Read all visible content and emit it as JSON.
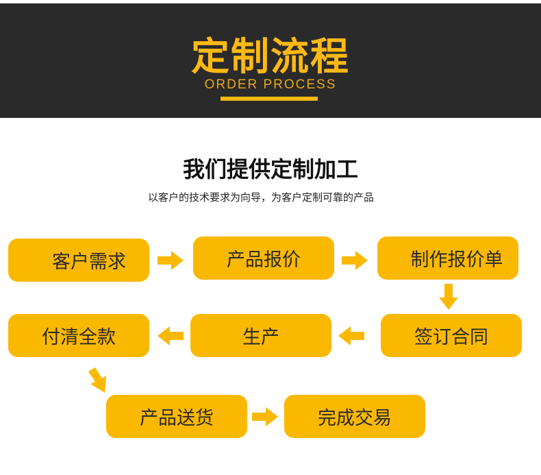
{
  "header": {
    "title": "定制流程",
    "subtitle": "ORDER PROCESS"
  },
  "intro": {
    "heading": "我们提供定制加工",
    "description": "以客户的技术要求为向导，为客户定制可靠的产品"
  },
  "steps": [
    "客户需求",
    "产品报价",
    "制作报价单",
    "签订合同",
    "生产",
    "付清全款",
    "产品送货",
    "完成交易"
  ],
  "colors": {
    "banner": "#2b2a2a",
    "accent": "#fbb800"
  }
}
